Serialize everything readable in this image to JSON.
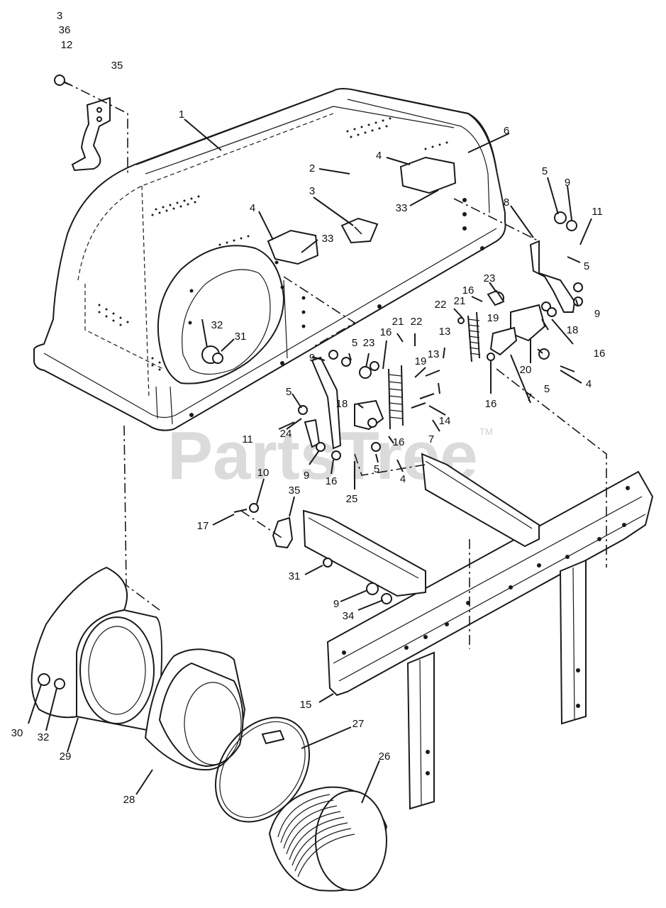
{
  "watermark": {
    "text": "PartsTree",
    "tm": "TM"
  },
  "callouts": [
    {
      "id": "c-3-top",
      "text": "3"
    },
    {
      "id": "c-36-top",
      "text": "36"
    },
    {
      "id": "c-12-top",
      "text": "12"
    },
    {
      "id": "c-35-top",
      "text": "35"
    },
    {
      "id": "c-1",
      "text": "1"
    },
    {
      "id": "c-6",
      "text": "6"
    },
    {
      "id": "c-2",
      "text": "2"
    },
    {
      "id": "c-4-a",
      "text": "4"
    },
    {
      "id": "c-3-mid",
      "text": "3"
    },
    {
      "id": "c-33-a",
      "text": "33"
    },
    {
      "id": "c-4-b",
      "text": "4"
    },
    {
      "id": "c-33-b",
      "text": "33"
    },
    {
      "id": "c-5-a",
      "text": "5"
    },
    {
      "id": "c-9-a",
      "text": "9"
    },
    {
      "id": "c-8",
      "text": "8"
    },
    {
      "id": "c-11-a",
      "text": "11"
    },
    {
      "id": "c-5-b",
      "text": "5"
    },
    {
      "id": "c-23-a",
      "text": "23"
    },
    {
      "id": "c-16-a",
      "text": "16"
    },
    {
      "id": "c-22-a",
      "text": "22"
    },
    {
      "id": "c-21-a",
      "text": "21"
    },
    {
      "id": "c-19-a",
      "text": "19"
    },
    {
      "id": "c-9-b",
      "text": "9"
    },
    {
      "id": "c-18-a",
      "text": "18"
    },
    {
      "id": "c-16-b",
      "text": "16"
    },
    {
      "id": "c-32-a",
      "text": "32"
    },
    {
      "id": "c-31-a",
      "text": "31"
    },
    {
      "id": "c-21-b",
      "text": "21"
    },
    {
      "id": "c-22-b",
      "text": "22"
    },
    {
      "id": "c-5-c",
      "text": "5"
    },
    {
      "id": "c-16-c",
      "text": "16"
    },
    {
      "id": "c-23-b",
      "text": "23"
    },
    {
      "id": "c-13-a",
      "text": "13"
    },
    {
      "id": "c-13-b",
      "text": "13"
    },
    {
      "id": "c-20",
      "text": "20"
    },
    {
      "id": "c-5-d",
      "text": "5"
    },
    {
      "id": "c-4-c",
      "text": "4"
    },
    {
      "id": "c-9-c",
      "text": "9"
    },
    {
      "id": "c-19-b",
      "text": "19"
    },
    {
      "id": "c-16-d",
      "text": "16"
    },
    {
      "id": "c-7-a",
      "text": "7"
    },
    {
      "id": "c-5-e",
      "text": "5"
    },
    {
      "id": "c-18-b",
      "text": "18"
    },
    {
      "id": "c-14",
      "text": "14"
    },
    {
      "id": "c-11-b",
      "text": "11"
    },
    {
      "id": "c-24",
      "text": "24"
    },
    {
      "id": "c-7-b",
      "text": "7"
    },
    {
      "id": "c-16-e",
      "text": "16"
    },
    {
      "id": "c-9-d",
      "text": "9"
    },
    {
      "id": "c-16-f",
      "text": "16"
    },
    {
      "id": "c-5-f",
      "text": "5"
    },
    {
      "id": "c-4-d",
      "text": "4"
    },
    {
      "id": "c-25",
      "text": "25"
    },
    {
      "id": "c-10",
      "text": "10"
    },
    {
      "id": "c-35-b",
      "text": "35"
    },
    {
      "id": "c-17",
      "text": "17"
    },
    {
      "id": "c-31-b",
      "text": "31"
    },
    {
      "id": "c-9-e",
      "text": "9"
    },
    {
      "id": "c-34",
      "text": "34"
    },
    {
      "id": "c-15",
      "text": "15"
    },
    {
      "id": "c-27",
      "text": "27"
    },
    {
      "id": "c-30",
      "text": "30"
    },
    {
      "id": "c-32-b",
      "text": "32"
    },
    {
      "id": "c-29",
      "text": "29"
    },
    {
      "id": "c-26",
      "text": "26"
    },
    {
      "id": "c-28",
      "text": "28"
    }
  ]
}
